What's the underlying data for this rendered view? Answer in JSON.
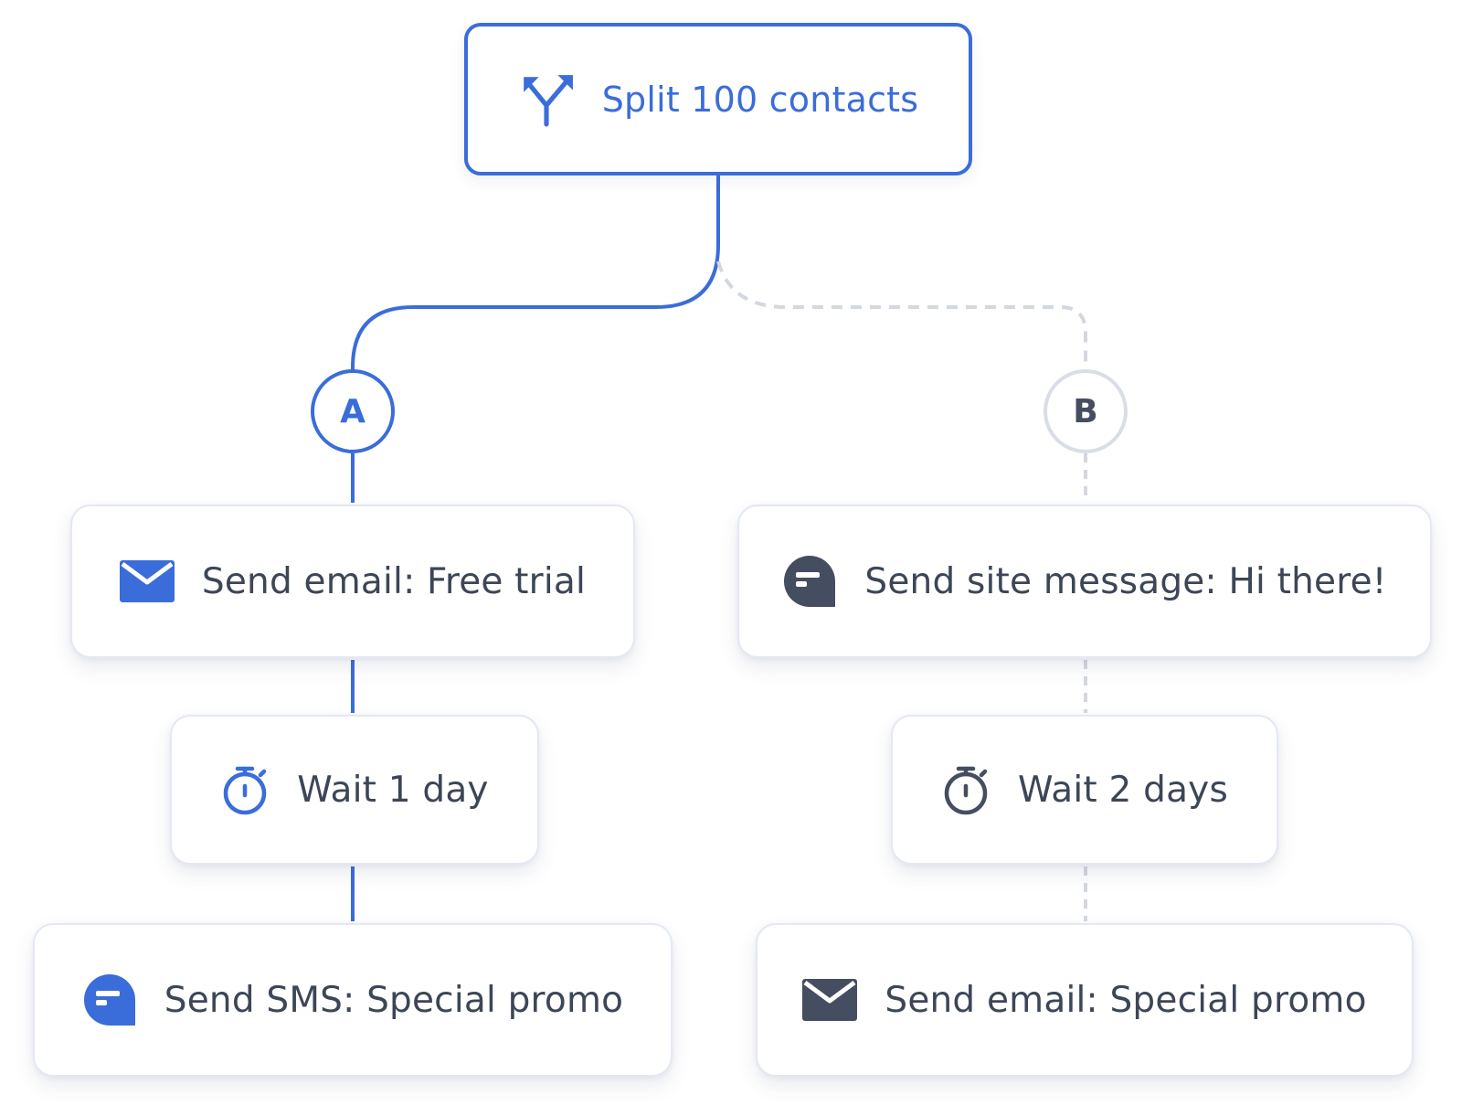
{
  "colors": {
    "accent": "#3a6dd9",
    "dark": "#454d60",
    "text": "#3d4657",
    "inactive_line": "#d3d7df"
  },
  "split": {
    "label": "Split 100 contacts",
    "icon": "split-arrows-icon"
  },
  "branches": {
    "a": {
      "badge": "A",
      "steps": [
        {
          "label": "Send email: Free trial",
          "icon": "envelope-icon"
        },
        {
          "label": "Wait 1 day",
          "icon": "stopwatch-icon"
        },
        {
          "label": "Send SMS: Special promo",
          "icon": "chat-bubble-icon"
        }
      ]
    },
    "b": {
      "badge": "B",
      "steps": [
        {
          "label": "Send site message: Hi there!",
          "icon": "chat-bubble-icon"
        },
        {
          "label": "Wait 2 days",
          "icon": "stopwatch-icon"
        },
        {
          "label": "Send email: Special promo",
          "icon": "envelope-icon"
        }
      ]
    }
  }
}
